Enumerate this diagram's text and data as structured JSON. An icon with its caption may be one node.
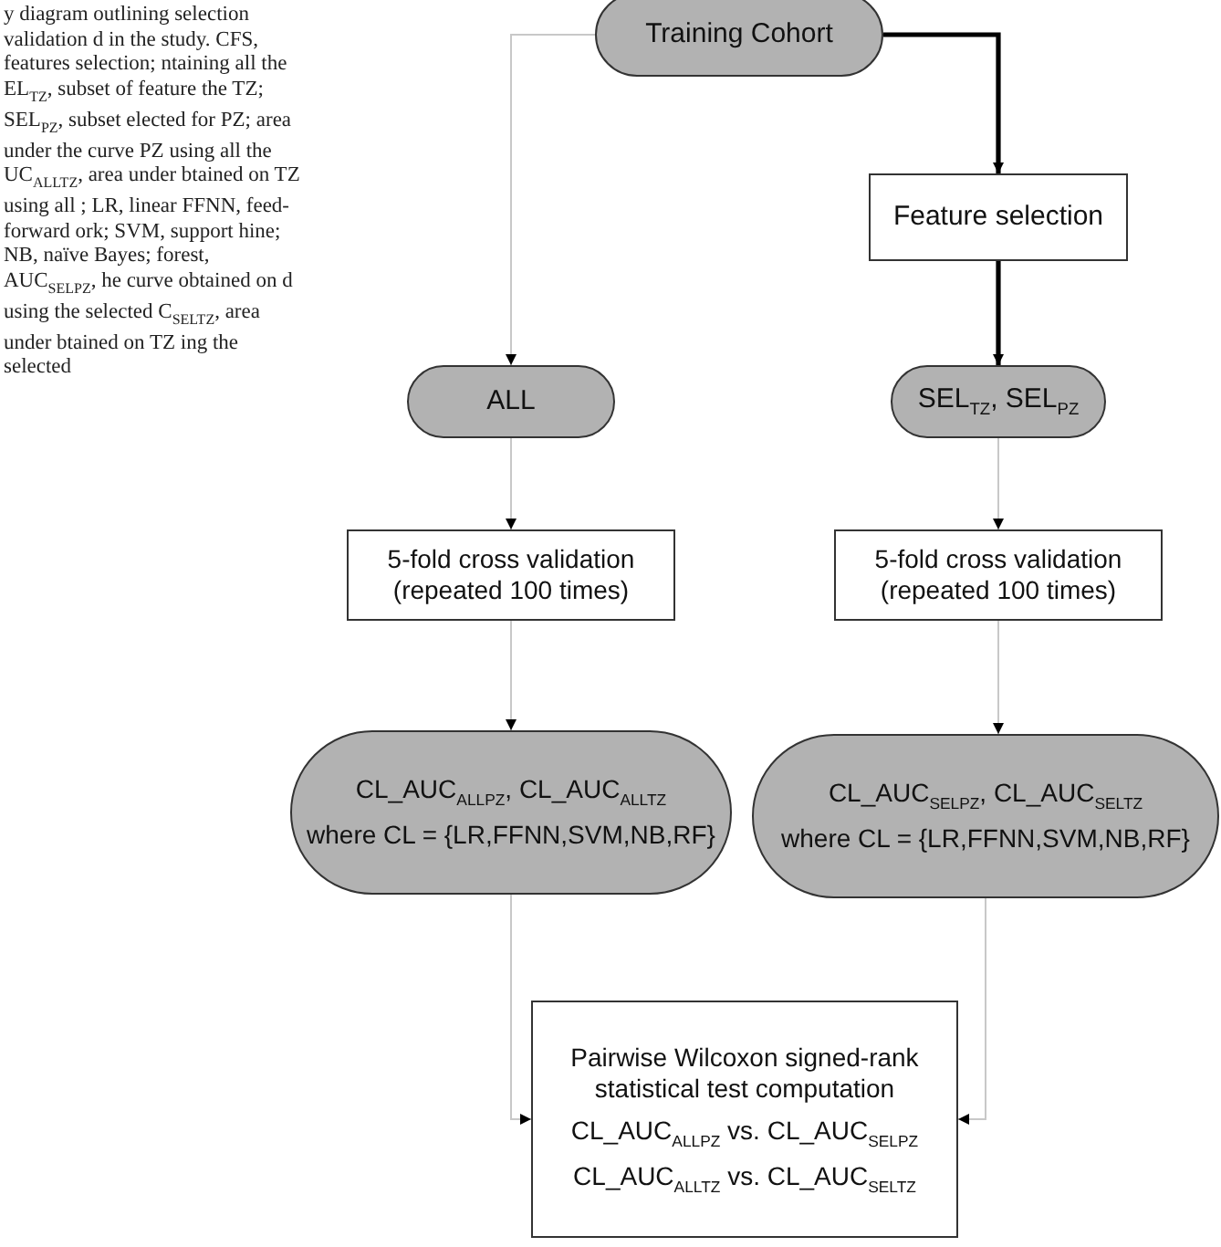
{
  "diagram": {
    "caption": "y diagram outlining selection validation d in the study. CFS, features selection; ntaining all the EL$_{TZ}$, subset of feature the TZ; SEL$_{PZ}$, subset elected for PZ; area under the curve PZ using all the UC$_{ALLTZ}$, area under btained on TZ using all ; LR, linear FFNN, feed-forward ork; SVM, support hine; NB, naïve Bayes; forest, AUC$_{SELPZ}$, he curve obtained on d using the selected C$_{SELTZ}$, area under btained on TZ ing the selected",
    "nodes": [
      {
        "text": [
          "Training Cohort"
        ]
      },
      {
        "text": [
          "Feature selection"
        ]
      },
      {
        "text": [
          "ALL"
        ]
      },
      {
        "text": [
          "SEL$_{TZ}$, SEL$_{PZ}$"
        ]
      },
      {
        "text": [
          "5-fold cross validation (repeated 100 times)"
        ]
      },
      {
        "text": [
          "5-fold cross validation (repeated 100 times)"
        ]
      },
      {
        "text": [
          "CL_AUC$_{ALLPZ}$, CL_AUC$_{ALLTZ}$",
          "where CL = {LR,FFNN,SVM,NB,RF}"
        ]
      },
      {
        "text": [
          "CL_AUC$_{SELPZ}$, CL_AUC$_{SELTZ}$",
          "where CL = {LR,FFNN,SVM,NB,RF}"
        ]
      },
      {
        "text": [
          "Pairwise Wilcoxon signed-rank statistical test computation",
          "CL_AUC$_{ALLPZ}$ vs. CL_AUC$_{SELPZ}$",
          "CL_AUC$_{ALLTZ}$ vs. CL_AUC$_{SELTZ}$"
        ]
      }
    ],
    "edges": [
      {
        "from": 0,
        "to": 2,
        "arrow": "to"
      },
      {
        "from": 0,
        "to": 1,
        "arrow": "to",
        "style": "thick",
        "color": "#000000"
      },
      {
        "from": 1,
        "to": 3,
        "arrow": "to",
        "style": "thick",
        "color": "#000000"
      },
      {
        "from": 2,
        "to": 4,
        "arrow": "to"
      },
      {
        "from": 3,
        "to": 5,
        "arrow": "to"
      },
      {
        "from": 4,
        "to": 6,
        "arrow": "to"
      },
      {
        "from": 5,
        "to": 7,
        "arrow": "to"
      },
      {
        "from": 6,
        "to": 8,
        "arrow": "to"
      },
      {
        "from": 7,
        "to": 8,
        "arrow": "to"
      }
    ]
  }
}
